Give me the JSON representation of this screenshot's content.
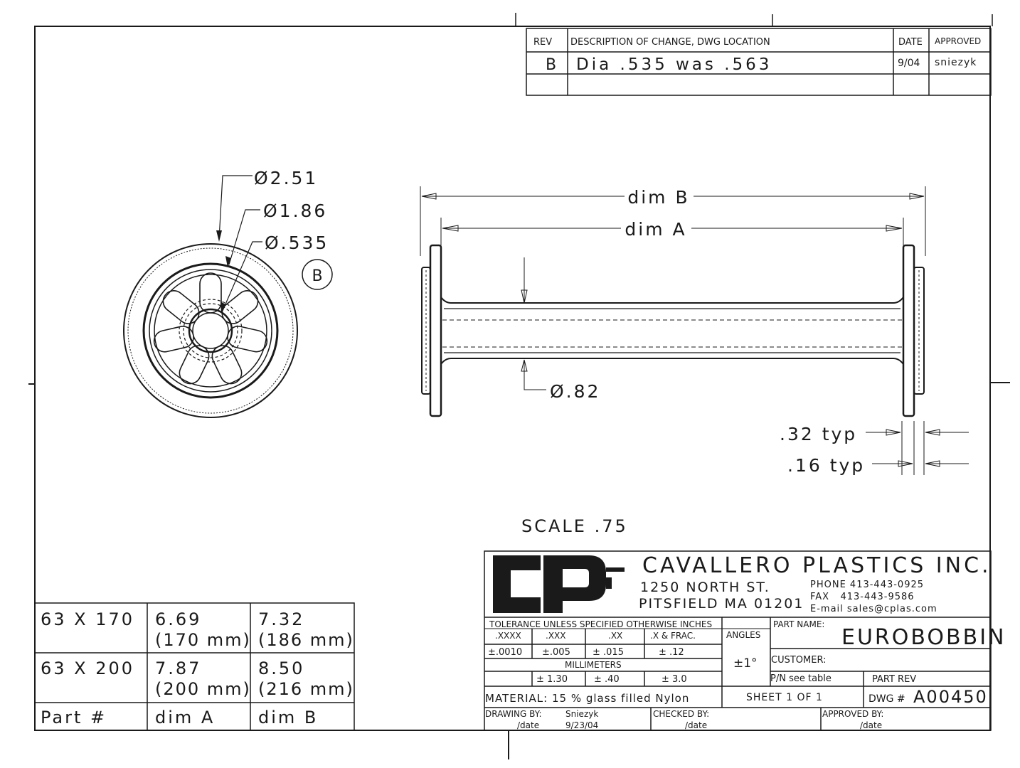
{
  "revision_block": {
    "headers": {
      "rev": "REV",
      "description": "DESCRIPTION OF CHANGE, DWG LOCATION",
      "date": "DATE",
      "approved": "APPROVED"
    },
    "rows": [
      {
        "rev": "B",
        "description": "Dia .535 was .563",
        "date": "9/04",
        "approved": "sniezyk"
      }
    ]
  },
  "end_view": {
    "dims": [
      "Ø2.51",
      "Ø1.86",
      "Ø.535"
    ],
    "rev_callout": "B"
  },
  "side_view": {
    "dim_b": "dim B",
    "dim_a": "dim A",
    "core_dia": "Ø.82",
    "typ_1": ".32 typ",
    "typ_2": ".16 typ"
  },
  "scale_note": "SCALE .75",
  "dim_table": {
    "rows": [
      {
        "part": "63 X 170",
        "dim_a_in": "6.69",
        "dim_a_mm": "(170 mm)",
        "dim_b_in": "7.32",
        "dim_b_mm": "(186 mm)"
      },
      {
        "part": "63 X 200",
        "dim_a_in": "7.87",
        "dim_a_mm": "(200 mm)",
        "dim_b_in": "8.50",
        "dim_b_mm": "(216 mm)"
      }
    ],
    "header": {
      "part": "Part #",
      "dim_a": "dim A",
      "dim_b": "dim B"
    }
  },
  "title_block": {
    "company": "CAVALLERO PLASTICS INC.",
    "address_1": "1250 NORTH ST.",
    "address_2": "PITSFIELD MA 01201",
    "phone": "PHONE 413-443-0925",
    "fax": "FAX   413-443-9586",
    "email": "E-mail sales@cplas.com",
    "tolerance_title": "TOLERANCE UNLESS SPECIFIED OTHERWISE INCHES",
    "angles_label": "ANGLES",
    "tol_headers": [
      ".XXXX",
      ".XXX",
      ".XX",
      ".X & FRAC."
    ],
    "tol_values": [
      "±.0010",
      "±.005",
      "± .015",
      "± .12"
    ],
    "angle_value": "±1°",
    "millimeters_label": "MILLIMETERS",
    "mm_values": [
      "± 1.30",
      "± .40",
      "± 3.0"
    ],
    "part_name_label": "PART NAME:",
    "part_name": "EUROBOBBIN",
    "customer_label": "CUSTOMER:",
    "pn_label": "P/N see table",
    "part_rev_label": "PART REV",
    "material": "MATERIAL: 15 % glass filled Nylon",
    "sheet": "SHEET 1 OF 1",
    "dwg_label": "DWG #",
    "dwg_number": "A00450",
    "drawing_by_label": "DRAWING BY:",
    "drawing_by": "Sniezyk",
    "date_label": "/date",
    "drawing_date": "9/23/04",
    "checked_by_label": "CHECKED BY:",
    "approved_by_label": "APPROVED BY:"
  },
  "colors": {
    "ink": "#1a1a1a",
    "paper": "#ffffff"
  }
}
